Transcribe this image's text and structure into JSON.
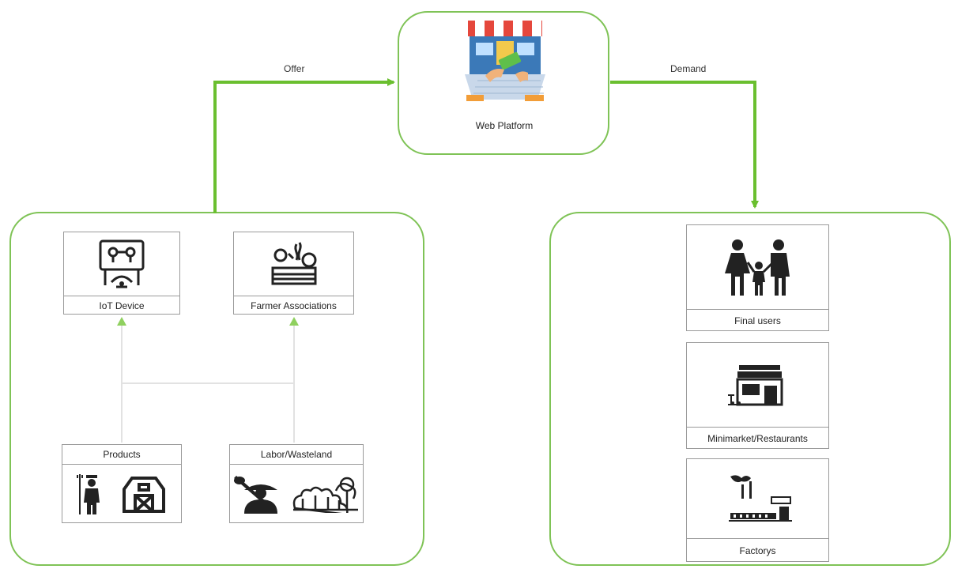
{
  "flows": {
    "offer": "Offer",
    "demand": "Demand"
  },
  "platform": {
    "label": "Web Platform",
    "icon": "storefront-icon"
  },
  "supply": {
    "iot": {
      "label": "IoT Device",
      "icon": "iot-device-icon"
    },
    "associations": {
      "label": "Farmer Associations",
      "icon": "farmer-associations-icon"
    },
    "products": {
      "label": "Products",
      "icons": [
        "farmer-icon",
        "barn-icon"
      ]
    },
    "labor": {
      "label": "Labor/Wasteland",
      "icons": [
        "worker-icon",
        "wasteland-icon"
      ]
    }
  },
  "demand": {
    "final_users": {
      "label": "Final users",
      "icon": "family-icon"
    },
    "minimarket": {
      "label": "Minimarket/Restaurants",
      "icon": "shop-icon"
    },
    "factories": {
      "label": "Factorys",
      "icon": "factory-icon"
    }
  },
  "colors": {
    "accent": "#6abf2f",
    "border": "#7fc356",
    "card_border": "#9a9a9a"
  }
}
